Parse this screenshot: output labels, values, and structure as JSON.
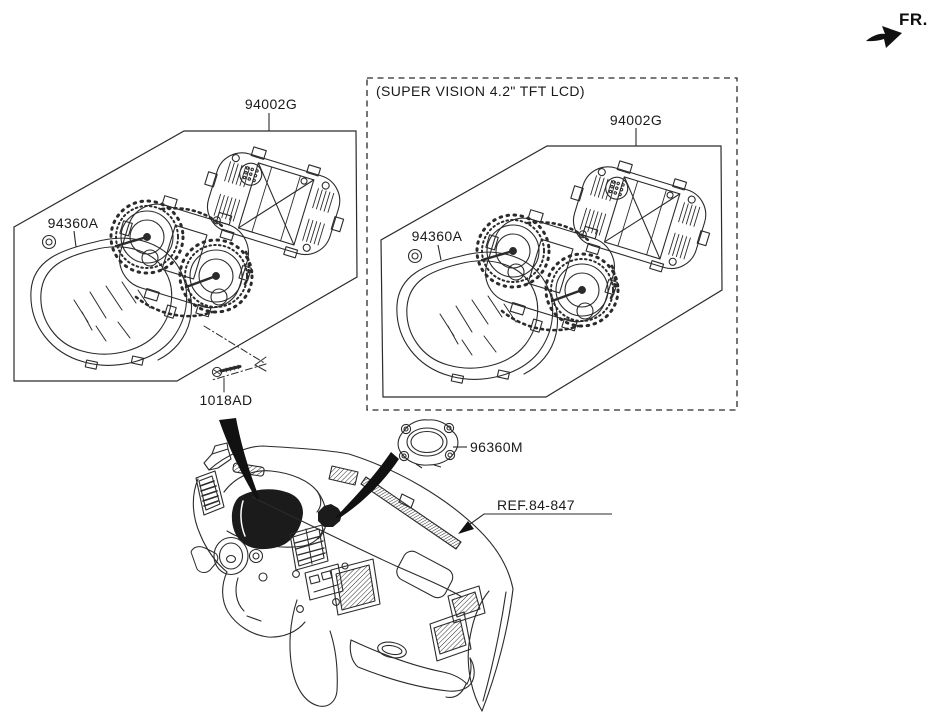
{
  "canvas": {
    "background": "#ffffff",
    "line_color": "#2b2b2b",
    "arrow_fill": "#111111",
    "text_color": "#1a1a1a"
  },
  "direction_indicator": {
    "label": "FR.",
    "icon": "northeast-bold-arrow"
  },
  "standard_cluster": {
    "assembly_label": "94002G",
    "lens_label": "94360A",
    "screw_label": "1018AD"
  },
  "super_vision_cluster": {
    "variant_label": "(SUPER VISION 4.2\" TFT LCD)",
    "assembly_label": "94002G",
    "lens_label": "94360A"
  },
  "speaker": {
    "label": "96360M"
  },
  "dashboard": {
    "reference_label": "REF.84-847"
  }
}
